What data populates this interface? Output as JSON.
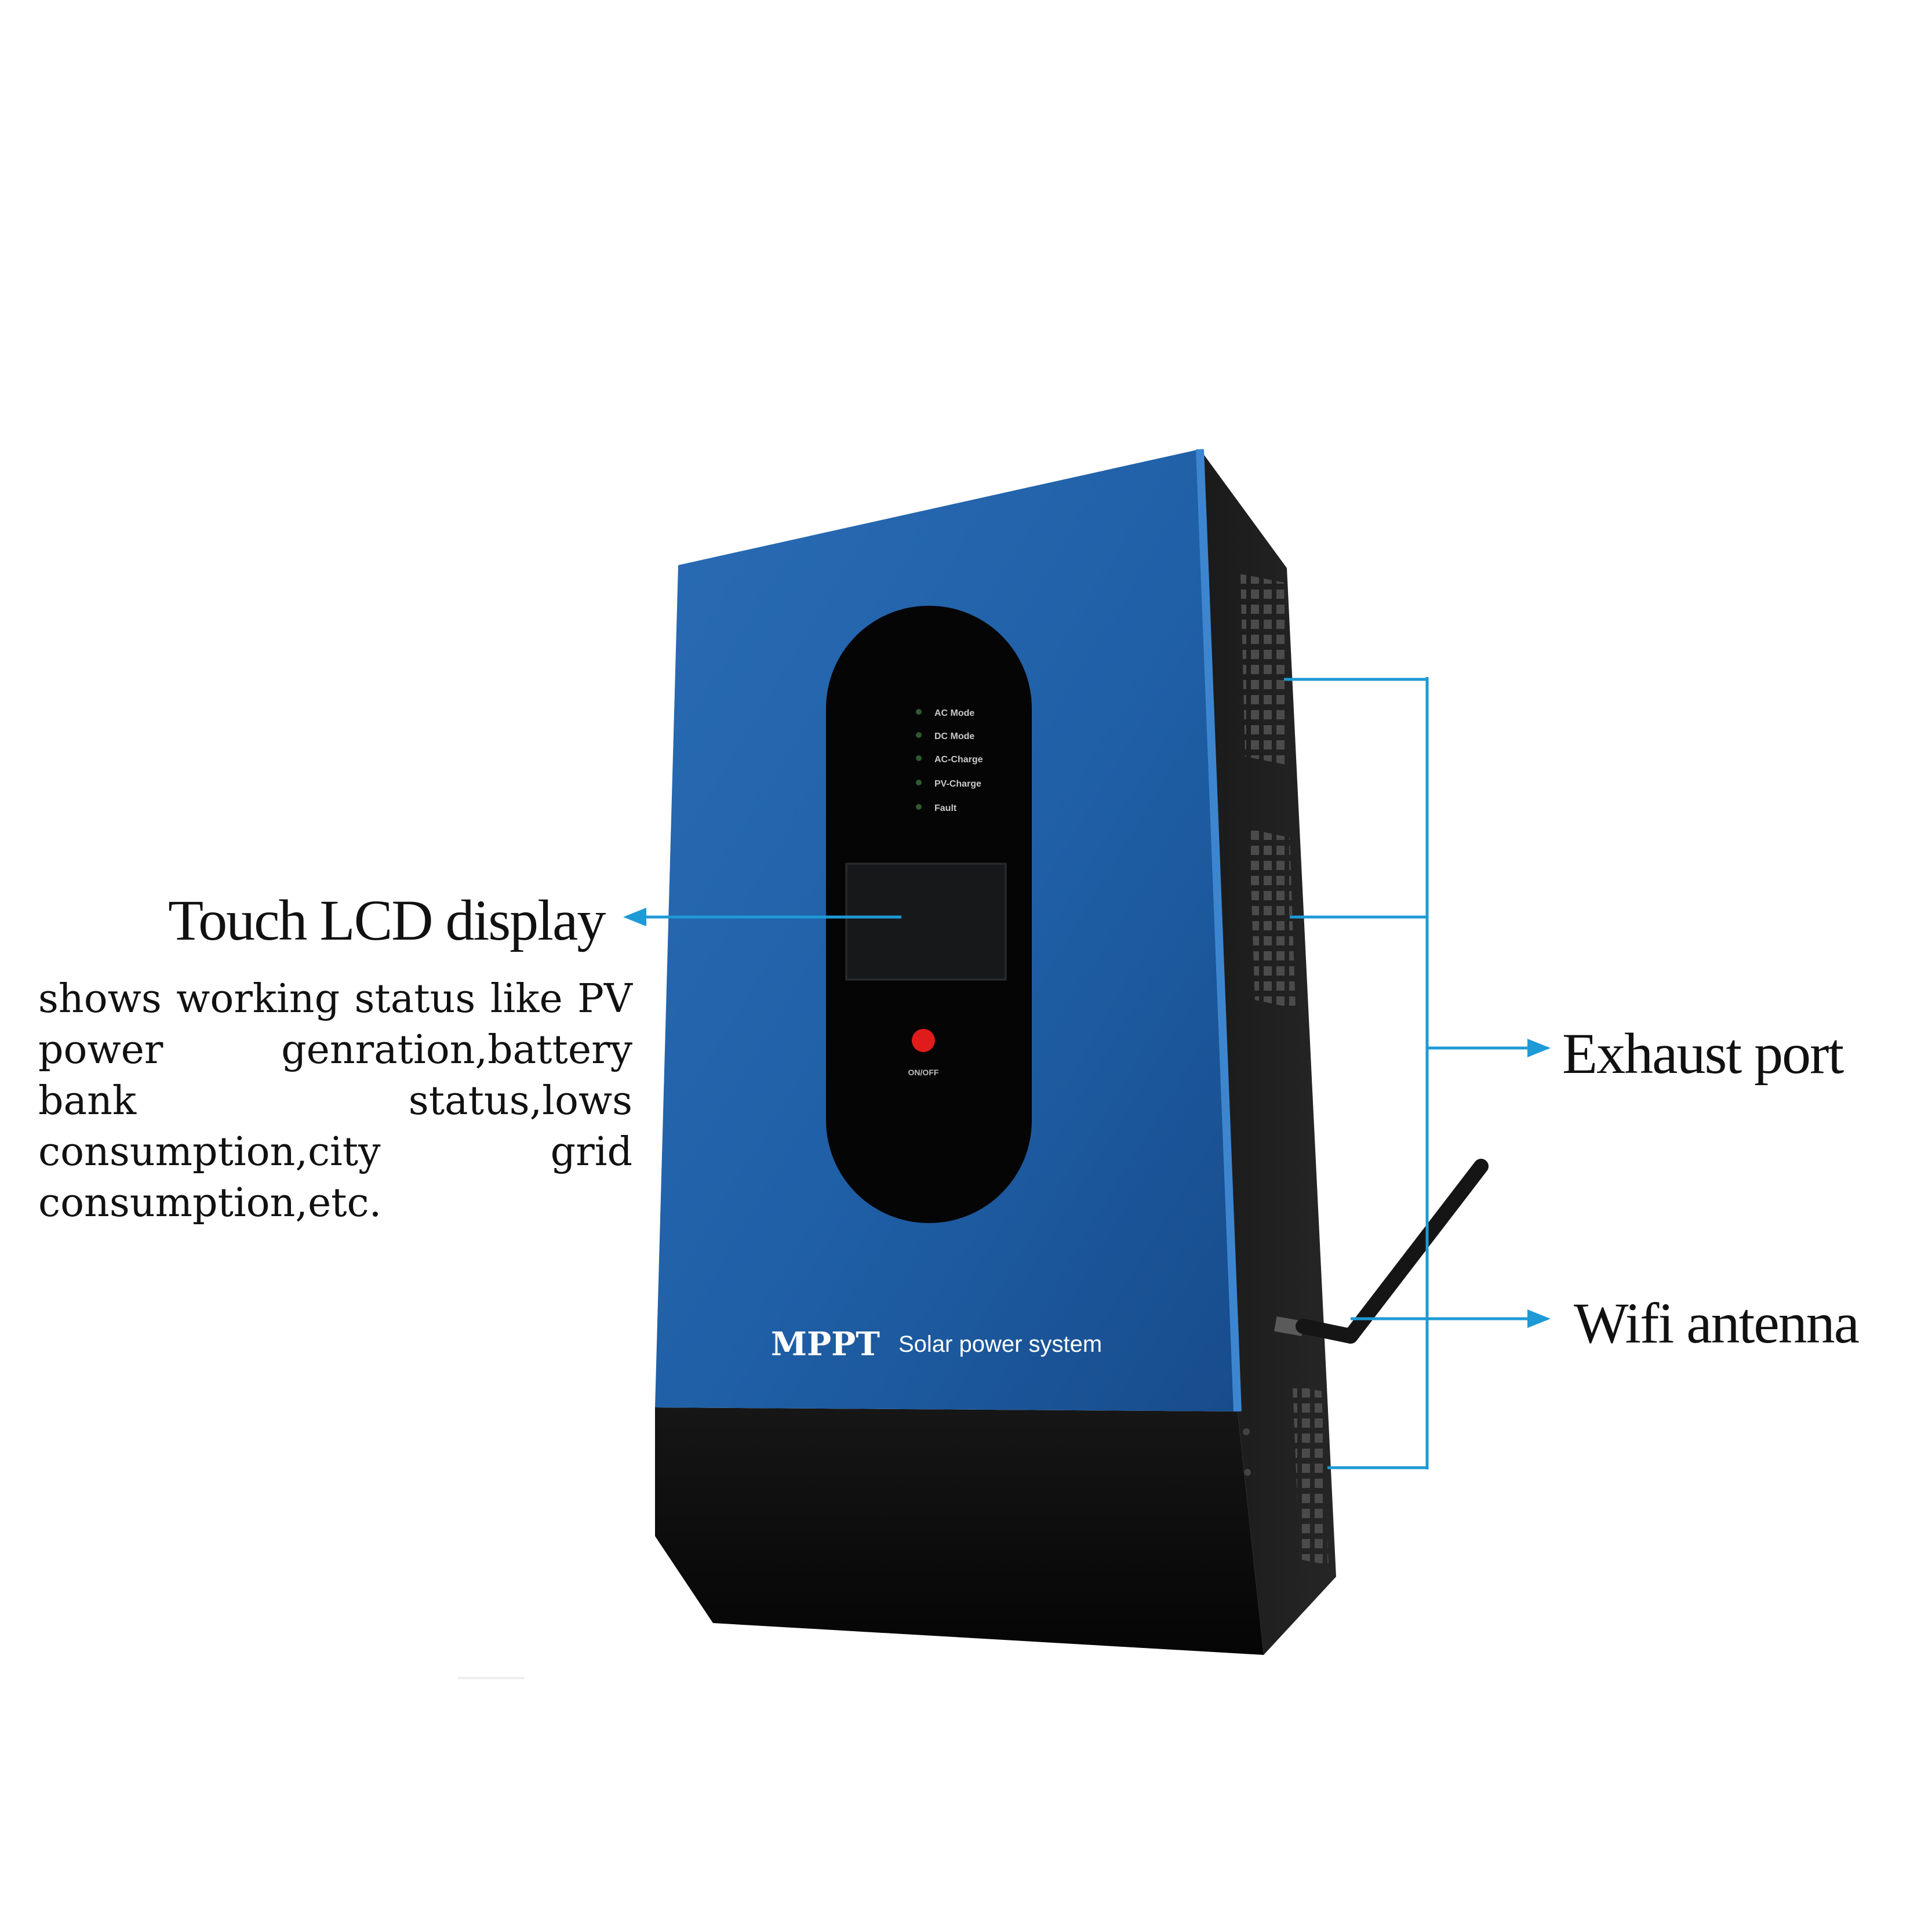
{
  "device": {
    "brand_main": "MPPT",
    "brand_sub": "Solar power system",
    "indicators": [
      "AC Mode",
      "DC Mode",
      "AC-Charge",
      "PV-Charge",
      "Fault"
    ],
    "power_button_label": "ON/OFF"
  },
  "callouts": {
    "touch_lcd": {
      "title": "Touch LCD display",
      "description": "shows working status like PV power genration,battery bank status,lows consumption,city grid consumption,etc."
    },
    "exhaust_port": {
      "title": "Exhaust port"
    },
    "wifi_antenna": {
      "title": "Wifi antenna"
    }
  },
  "colors": {
    "front_panel": "#1f5fa6",
    "front_panel_edge": "#3d86cf",
    "side_panel": "#1c1c1c",
    "base": "#0d0d0d",
    "display_window": "#050505",
    "lcd_screen": "#16181a",
    "power_button": "#e01b1b",
    "led": "#2e5b2e",
    "callout_line": "#1e9ad6"
  }
}
